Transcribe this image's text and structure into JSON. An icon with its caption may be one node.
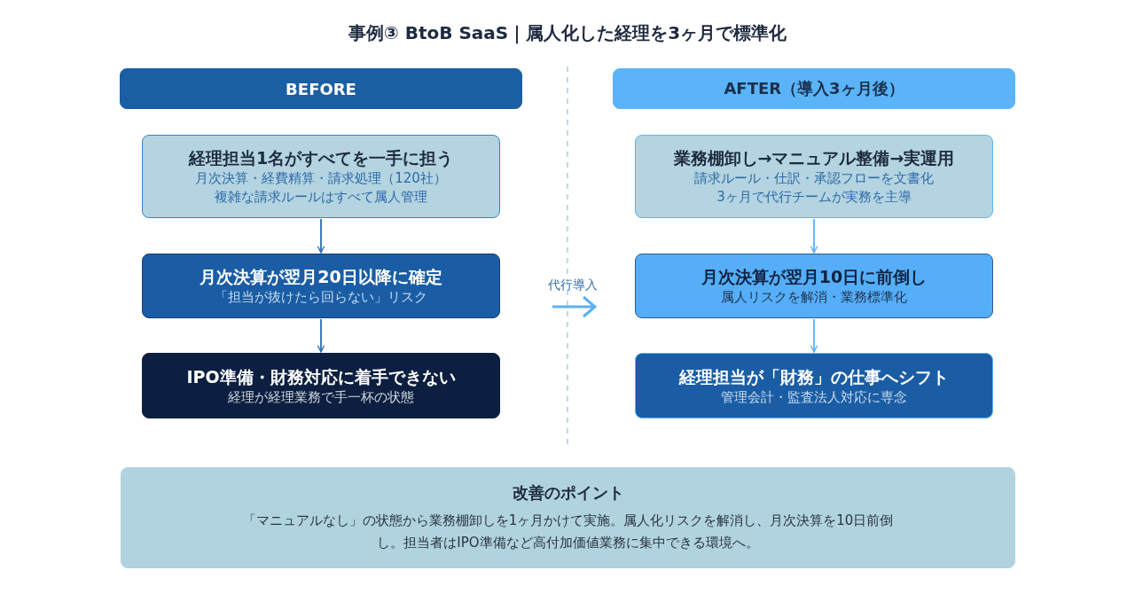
{
  "diagram": {
    "title": "事例③ BtoB SaaS｜属人化した経理を3ヶ月で標準化",
    "nodes": [
      {
        "text": [
          "BEFORE"
        ]
      },
      {
        "text": [
          "AFTER（導入3ヶ月後）"
        ]
      },
      {
        "text": [
          "経理担当1名がすべてを一手に担う",
          "月次決算・経費精算・請求処理（120社）",
          "複雑な請求ルールはすべて属人管理"
        ]
      },
      {
        "text": [
          "月次決算が翌月20日以降に確定",
          "「担当が抜けたら回らない」リスク"
        ]
      },
      {
        "text": [
          "IPO準備・財務対応に着手できない",
          "経理が経理業務で手一杯の状態"
        ]
      },
      {
        "text": [
          "業務棚卸し→マニュアル整備→実運用",
          "請求ルール・仕訳・承認フローを文書化",
          "3ヶ月で代行チームが実務を主導"
        ]
      },
      {
        "text": [
          "月次決算が翌月10日に前倒し",
          "属人リスクを解消・業務標準化"
        ]
      },
      {
        "text": [
          "経理担当が「財務」の仕事へシフト",
          "管理会計・監査法人対応に専念"
        ]
      },
      {
        "text": [
          "改善のポイント",
          "「マニュアルなし」の状態から業務棚卸しを1ヶ月かけて実施。属人化リスクを解消し、月次決算を10日前倒し。担当者はIPO準備など高付加価値業務に集中できる環境へ。"
        ]
      }
    ],
    "edges": [
      {
        "from": 2,
        "to": 3,
        "arrow": "to"
      },
      {
        "from": 3,
        "to": 4,
        "arrow": "to"
      },
      {
        "from": 5,
        "to": 6,
        "arrow": "to",
        "color": "#5ab0f5"
      },
      {
        "from": 6,
        "to": 7,
        "arrow": "to",
        "color": "#5ab0f5"
      }
    ],
    "labels": [
      "代行導入"
    ]
  }
}
